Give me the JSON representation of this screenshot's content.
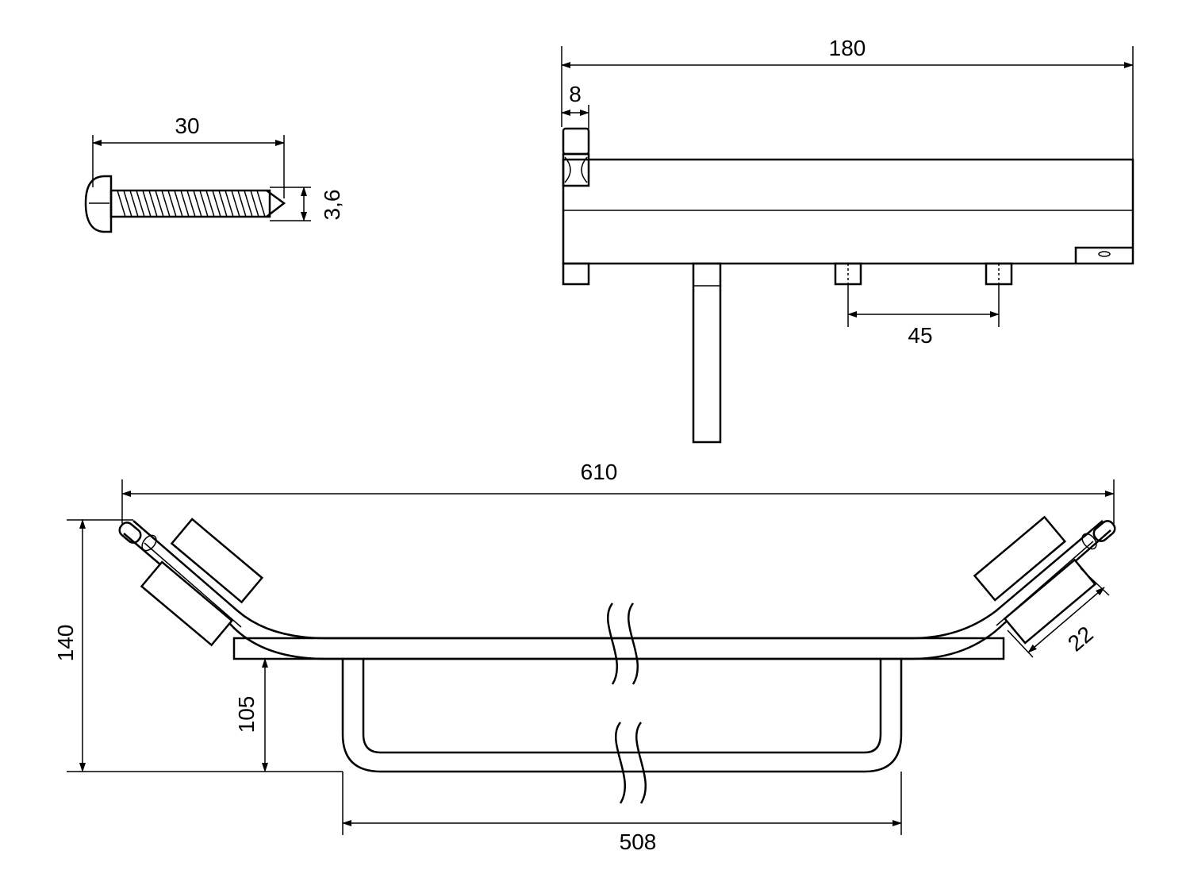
{
  "dimensions": {
    "screw_length": "30",
    "screw_diameter": "3,6",
    "bracket_depth": "180",
    "bracket_thickness": "8",
    "hole_spacing": "45",
    "overall_width": "610",
    "overall_height": "140",
    "towel_bar_height": "105",
    "towel_bar_width": "508",
    "mount_width": "22"
  }
}
